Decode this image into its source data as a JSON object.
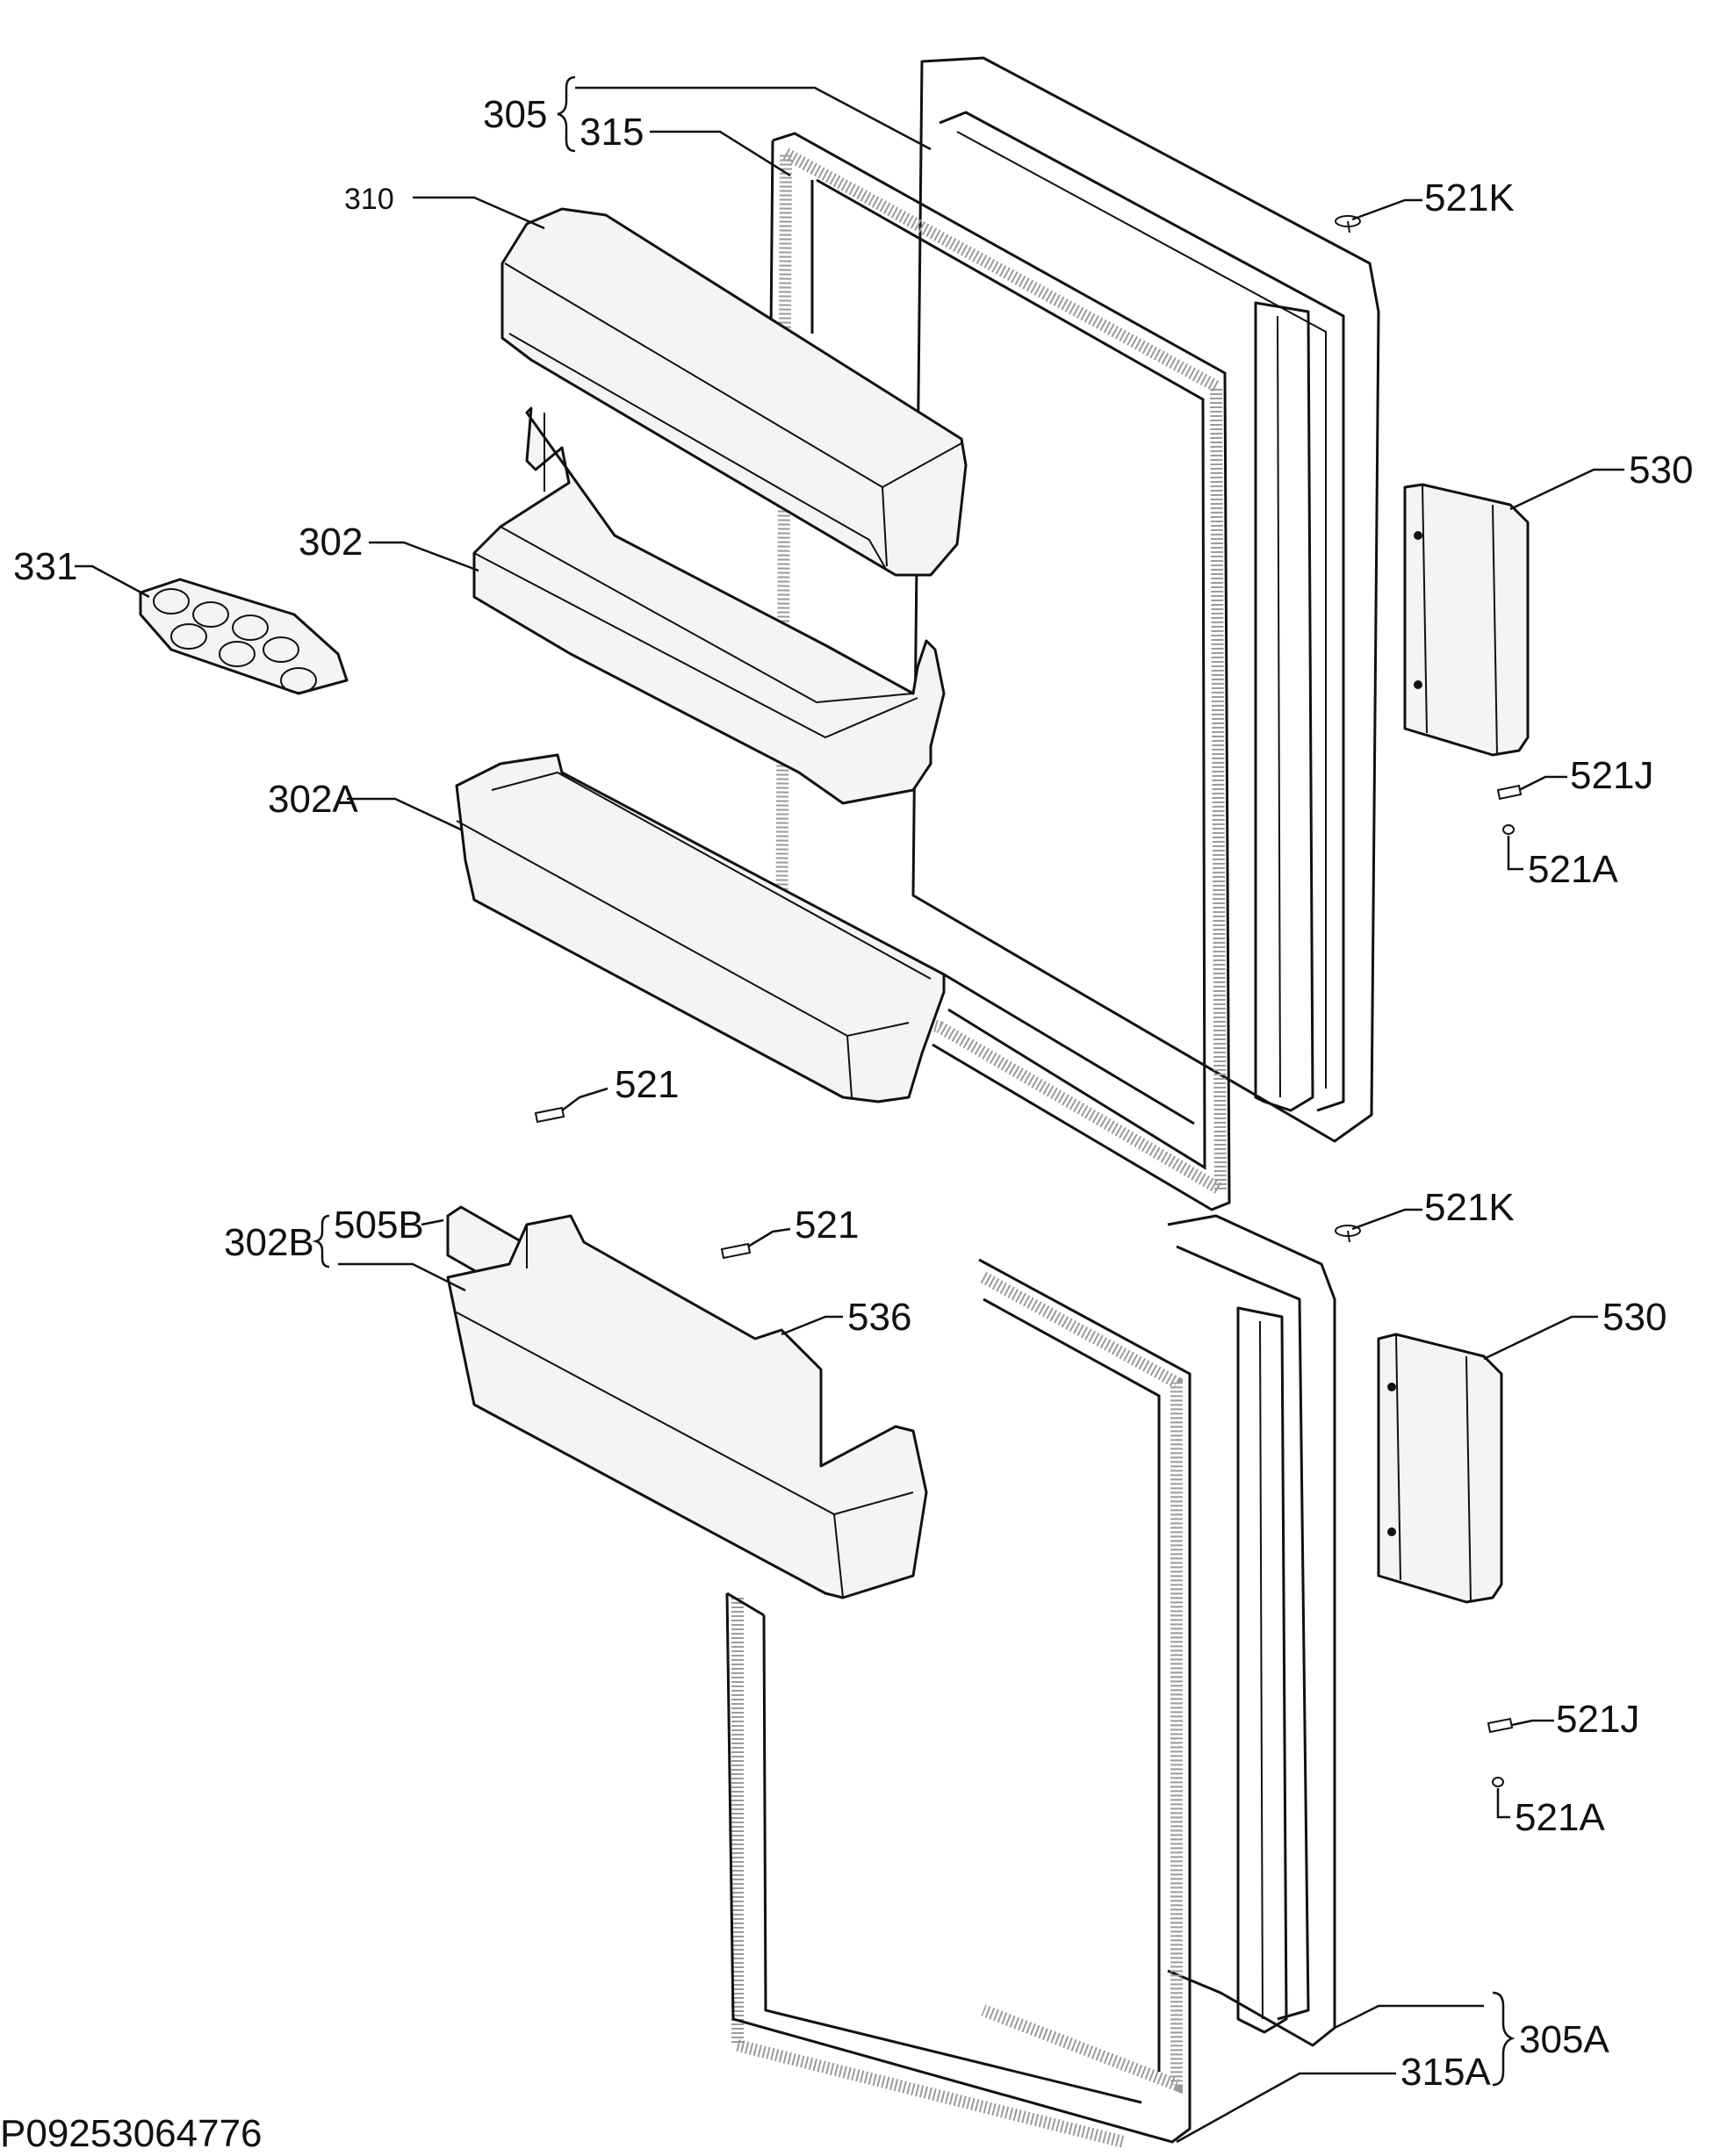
{
  "labels": {
    "l305": "305",
    "l315": "315",
    "l310": "310",
    "l521k_top": "521K",
    "l530_top": "530",
    "l331": "331",
    "l302": "302",
    "l521j_top": "521J",
    "l521a_top": "521A",
    "l302a": "302A",
    "l521_left": "521",
    "l521_mid": "521",
    "l521k_bottom": "521K",
    "l302b": "302B",
    "l505b": "505B",
    "l536": "536",
    "l530_bottom": "530",
    "l521j_bottom": "521J",
    "l521a_bottom": "521A",
    "l305a": "305A",
    "l315a": "315A"
  },
  "code": "P09253064776"
}
